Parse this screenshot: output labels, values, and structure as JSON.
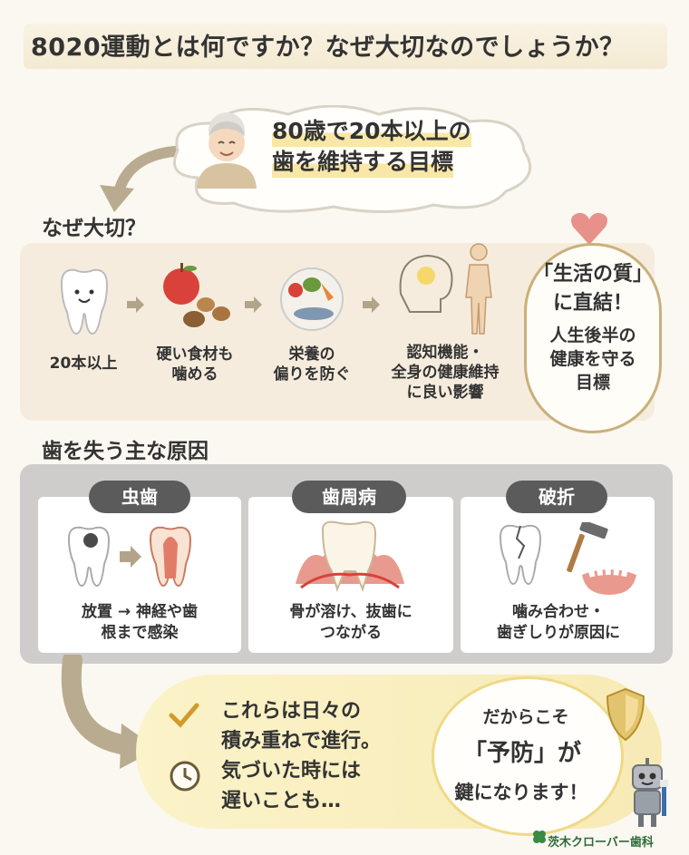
{
  "title": "8020運動とは何ですか？なぜ大切なのでしょうか？",
  "goal": {
    "line1": "80歳で20本以上の",
    "line2": "歯を維持する目標"
  },
  "why": {
    "heading": "なぜ大切？",
    "steps": [
      {
        "label": "20本以上",
        "icon": "tooth-icon"
      },
      {
        "label": "硬い食材も\n噛める",
        "icon": "apple-nuts-icon"
      },
      {
        "label": "栄養の\n偏りを防ぐ",
        "icon": "food-plate-icon"
      },
      {
        "label": "認知機能・\n全身の健康維持\nに良い影響",
        "icon": "brain-body-icon"
      }
    ],
    "quality": {
      "line1": "「生活の質」",
      "line2": "に直結！",
      "line3": "人生後半の",
      "line4": "健康を守る",
      "line5": "目標"
    }
  },
  "causes": {
    "heading": "歯を失う主な原因",
    "items": [
      {
        "tag": "虫歯",
        "text1": "放置 → 神経や歯",
        "text2": "根まで感染"
      },
      {
        "tag": "歯周病",
        "text1": "骨が溶け、抜歯に",
        "text2": "つながる"
      },
      {
        "tag": "破折",
        "text1": "噛み合わせ・",
        "text2": "歯ぎしりが原因に"
      }
    ]
  },
  "bottom": {
    "line1": "これらは日々の",
    "line2": "積み重ねで進行。",
    "line3": "気づいた時には",
    "line4": "遅いことも…",
    "key1": "だからこそ",
    "key2": "「予防」が",
    "key3": "鍵になります！"
  },
  "logo": "茨木クローバー歯科",
  "colors": {
    "accent_gold": "#c9b07b",
    "highlight": "#f8e7a6",
    "panel_beige": "#f5ecdd",
    "panel_gray": "#cfcdcb",
    "tag_dark": "#5b5b5b"
  }
}
